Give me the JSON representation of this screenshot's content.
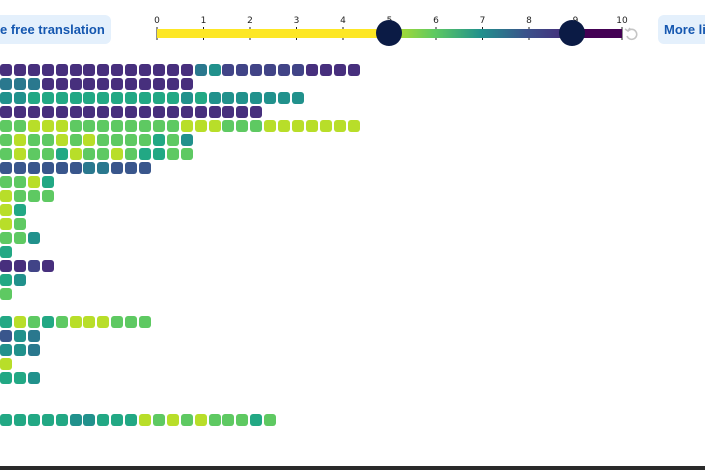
{
  "toolbar": {
    "left_button_label": "e free translation",
    "right_button_label": "More li"
  },
  "scale": {
    "tick_labels": [
      "0",
      "1",
      "2",
      "3",
      "4",
      "5",
      "6",
      "7",
      "8",
      "9",
      "10"
    ],
    "min": 0,
    "max": 10,
    "handle_low_value": 5,
    "handle_high_value": 9,
    "reset_icon": "reset-icon"
  },
  "colors": {
    "accent": "#1557b0",
    "button_bg": "#e4f0fc",
    "handle": "#0b1b45",
    "dark_purple": "#440154",
    "yellow": "#fde725"
  },
  "rows": [
    [
      2,
      2,
      2,
      2,
      2,
      2,
      2,
      2,
      2,
      2,
      2,
      2,
      2,
      2,
      5,
      6,
      3,
      3,
      3,
      3,
      3,
      3,
      2,
      2,
      2,
      2
    ],
    [
      5,
      5,
      5,
      2,
      2,
      2,
      2,
      2,
      2,
      2,
      2,
      2,
      2,
      2
    ],
    [
      6,
      6,
      7,
      7,
      7,
      7,
      7,
      7,
      7,
      7,
      7,
      7,
      7,
      6,
      7,
      6,
      6,
      6,
      6,
      6,
      6,
      6
    ],
    [
      2,
      2,
      2,
      2,
      2,
      2,
      2,
      2,
      2,
      2,
      2,
      2,
      2,
      2,
      2,
      2,
      2,
      2,
      2
    ],
    [
      8,
      8,
      9,
      9,
      9,
      8,
      8,
      8,
      8,
      8,
      8,
      8,
      8,
      9,
      9,
      9,
      8,
      8,
      8,
      9,
      9,
      9,
      9,
      9,
      9,
      9
    ],
    [
      8,
      9,
      8,
      8,
      9,
      8,
      9,
      8,
      8,
      8,
      8,
      7,
      8,
      6
    ],
    [
      8,
      9,
      8,
      8,
      7,
      9,
      8,
      8,
      9,
      8,
      7,
      7,
      8,
      8
    ],
    [
      4,
      4,
      4,
      4,
      4,
      4,
      5,
      5,
      4,
      4,
      4
    ],
    [
      8,
      8,
      9,
      7
    ],
    [
      9,
      8,
      8,
      8
    ],
    [
      9,
      7
    ],
    [
      9,
      8
    ],
    [
      8,
      8,
      6
    ],
    [
      7
    ],
    [
      2,
      2,
      3,
      2
    ],
    [
      7,
      6
    ],
    [
      8
    ],
    [],
    [
      7,
      9,
      8,
      7,
      8,
      9,
      9,
      9,
      8,
      8,
      8
    ],
    [
      4,
      6,
      5
    ],
    [
      6,
      6,
      5
    ],
    [
      9
    ],
    [
      7,
      7,
      6
    ],
    [],
    [],
    [
      7,
      7,
      7,
      7,
      7,
      6,
      6,
      7,
      7,
      7,
      9,
      8,
      9,
      8,
      9,
      8,
      8,
      8,
      7,
      8
    ]
  ]
}
